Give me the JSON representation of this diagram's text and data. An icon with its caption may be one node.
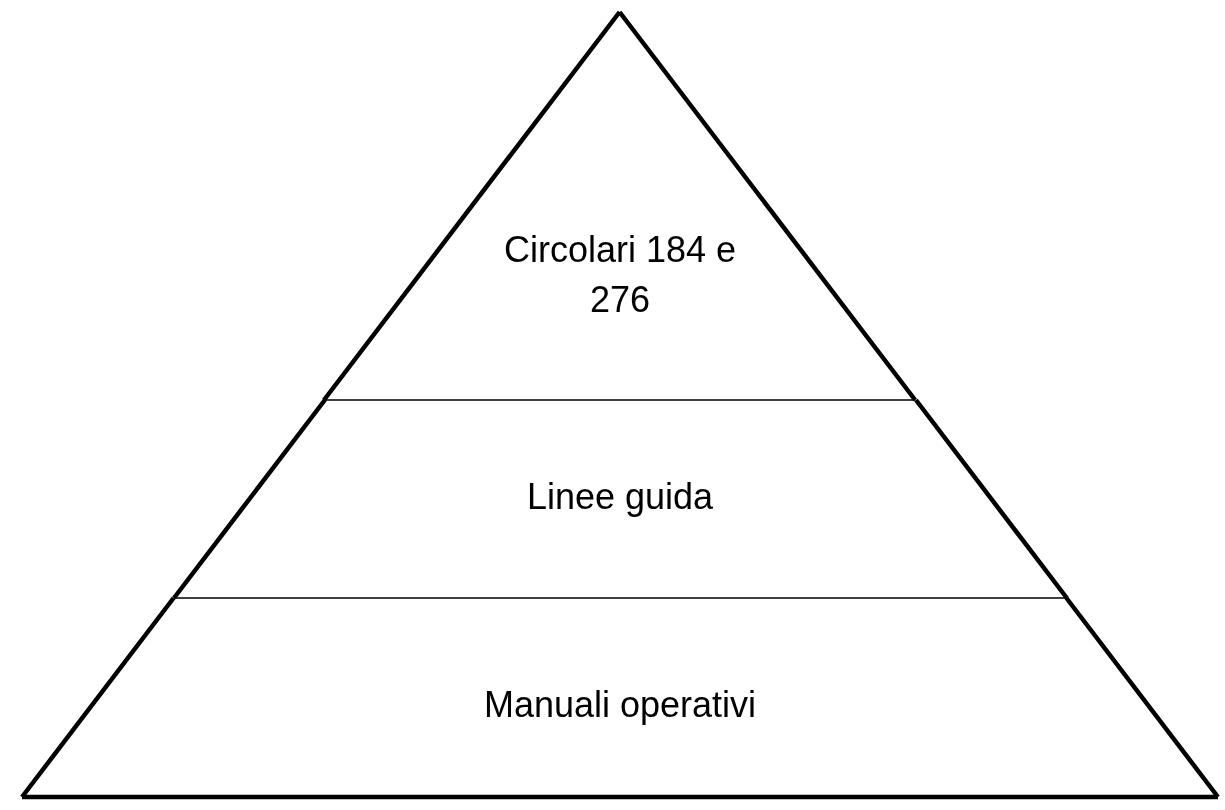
{
  "diagram": {
    "nodes": [
      {
        "text": [
          "Circolari 184 e 276"
        ]
      },
      {
        "text": [
          "Linee guida"
        ]
      },
      {
        "text": [
          "Manuali operativi"
        ]
      }
    ]
  }
}
